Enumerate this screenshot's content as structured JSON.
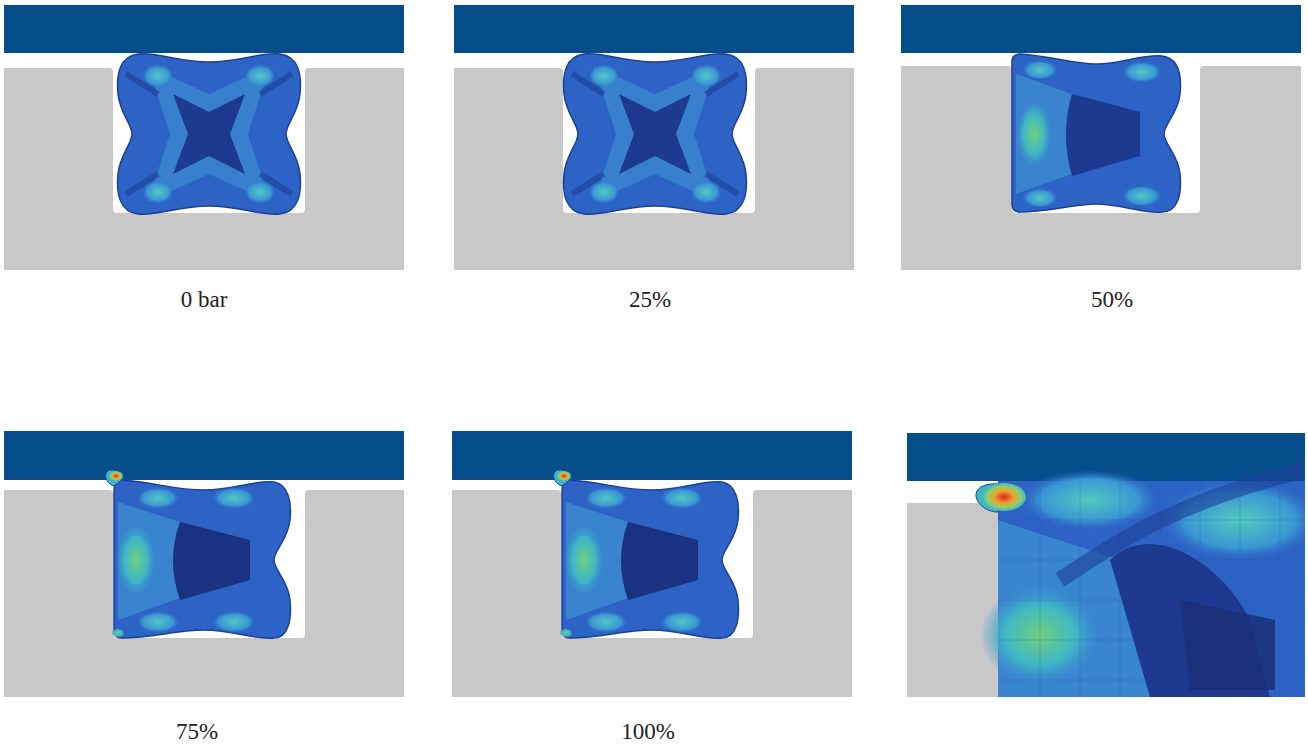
{
  "diagram": {
    "labels": [
      "0 bar",
      "25%",
      "50%",
      "75%",
      "100%"
    ]
  }
}
